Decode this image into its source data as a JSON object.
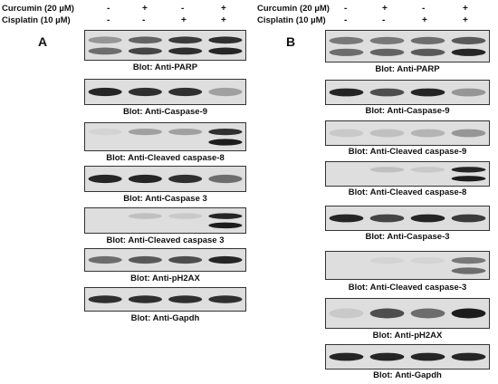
{
  "panelA": {
    "letter": "A",
    "headers": [
      {
        "label": "Curcumin (20 µM)",
        "signs": [
          "-",
          "+",
          "-",
          "+"
        ]
      },
      {
        "label": "Cisplatin  (10 µM)",
        "signs": [
          "-",
          "-",
          "+",
          "+"
        ]
      }
    ],
    "blots": [
      {
        "caption": "Blot: Anti-PARP",
        "bands": [
          [
            0.35,
            0.55
          ],
          [
            0.6,
            0.75
          ],
          [
            0.8,
            0.85
          ],
          [
            0.85,
            0.9
          ]
        ]
      },
      {
        "caption": "Blot: Anti-Caspase-9",
        "bands": [
          [
            0.9
          ],
          [
            0.85
          ],
          [
            0.85
          ],
          [
            0.3
          ]
        ]
      },
      {
        "caption": "Blot: Anti-Cleaved caspase-8",
        "bands": [
          [
            0.05,
            0.0
          ],
          [
            0.3,
            0.0
          ],
          [
            0.3,
            0.0
          ],
          [
            0.85,
            0.95
          ]
        ]
      },
      {
        "caption": "Blot: Anti-Caspase 3",
        "bands": [
          [
            0.9
          ],
          [
            0.9
          ],
          [
            0.85
          ],
          [
            0.55
          ]
        ]
      },
      {
        "caption": "Blot: Anti-Cleaved caspase 3",
        "bands": [
          [
            0.0,
            0.0
          ],
          [
            0.15,
            0.0
          ],
          [
            0.1,
            0.0
          ],
          [
            0.9,
            0.95
          ]
        ]
      },
      {
        "caption": "Blot: Anti-pH2AX",
        "bands": [
          [
            0.55
          ],
          [
            0.65
          ],
          [
            0.7
          ],
          [
            0.9
          ]
        ]
      },
      {
        "caption": "Blot: Anti-Gapdh",
        "bands": [
          [
            0.85
          ],
          [
            0.85
          ],
          [
            0.85
          ],
          [
            0.85
          ]
        ]
      }
    ]
  },
  "panelB": {
    "letter": "B",
    "headers": [
      {
        "label": "Curcumin (20 µM)",
        "signs": [
          "-",
          "+",
          "-",
          "+"
        ]
      },
      {
        "label": "Cisplatin  (10 µM)",
        "signs": [
          "-",
          "-",
          "+",
          "+"
        ]
      }
    ],
    "blots": [
      {
        "caption": "Blot: Anti-PARP",
        "bands": [
          [
            0.5,
            0.55
          ],
          [
            0.5,
            0.6
          ],
          [
            0.55,
            0.65
          ],
          [
            0.65,
            0.9
          ]
        ]
      },
      {
        "caption": "Blot: Anti-Caspase-9",
        "bands": [
          [
            0.9
          ],
          [
            0.7
          ],
          [
            0.9
          ],
          [
            0.35
          ]
        ]
      },
      {
        "caption": "Blot: Anti-Cleaved caspase-9",
        "bands": [
          [
            0.1
          ],
          [
            0.15
          ],
          [
            0.2
          ],
          [
            0.35
          ]
        ]
      },
      {
        "caption": "Blot: Anti-Cleaved caspase-8",
        "bands": [
          [
            0.0,
            0.0
          ],
          [
            0.15,
            0.0
          ],
          [
            0.1,
            0.0
          ],
          [
            0.9,
            0.95
          ]
        ]
      },
      {
        "caption": "Blot: Anti-Caspase-3",
        "bands": [
          [
            0.9
          ],
          [
            0.75
          ],
          [
            0.9
          ],
          [
            0.8
          ]
        ]
      },
      {
        "caption": "Blot: Anti-Cleaved caspase-3",
        "bands": [
          [
            0.0,
            0.0
          ],
          [
            0.05,
            0.0
          ],
          [
            0.05,
            0.0
          ],
          [
            0.5,
            0.55
          ]
        ]
      },
      {
        "caption": "Blot: Anti-pH2AX",
        "bands": [
          [
            0.1
          ],
          [
            0.7
          ],
          [
            0.55
          ],
          [
            0.95
          ]
        ]
      },
      {
        "caption": "Blot: Anti-Gapdh",
        "bands": [
          [
            0.9
          ],
          [
            0.9
          ],
          [
            0.9
          ],
          [
            0.9
          ]
        ]
      }
    ]
  },
  "colors": {
    "band": "#111111",
    "background": "#dedede"
  }
}
